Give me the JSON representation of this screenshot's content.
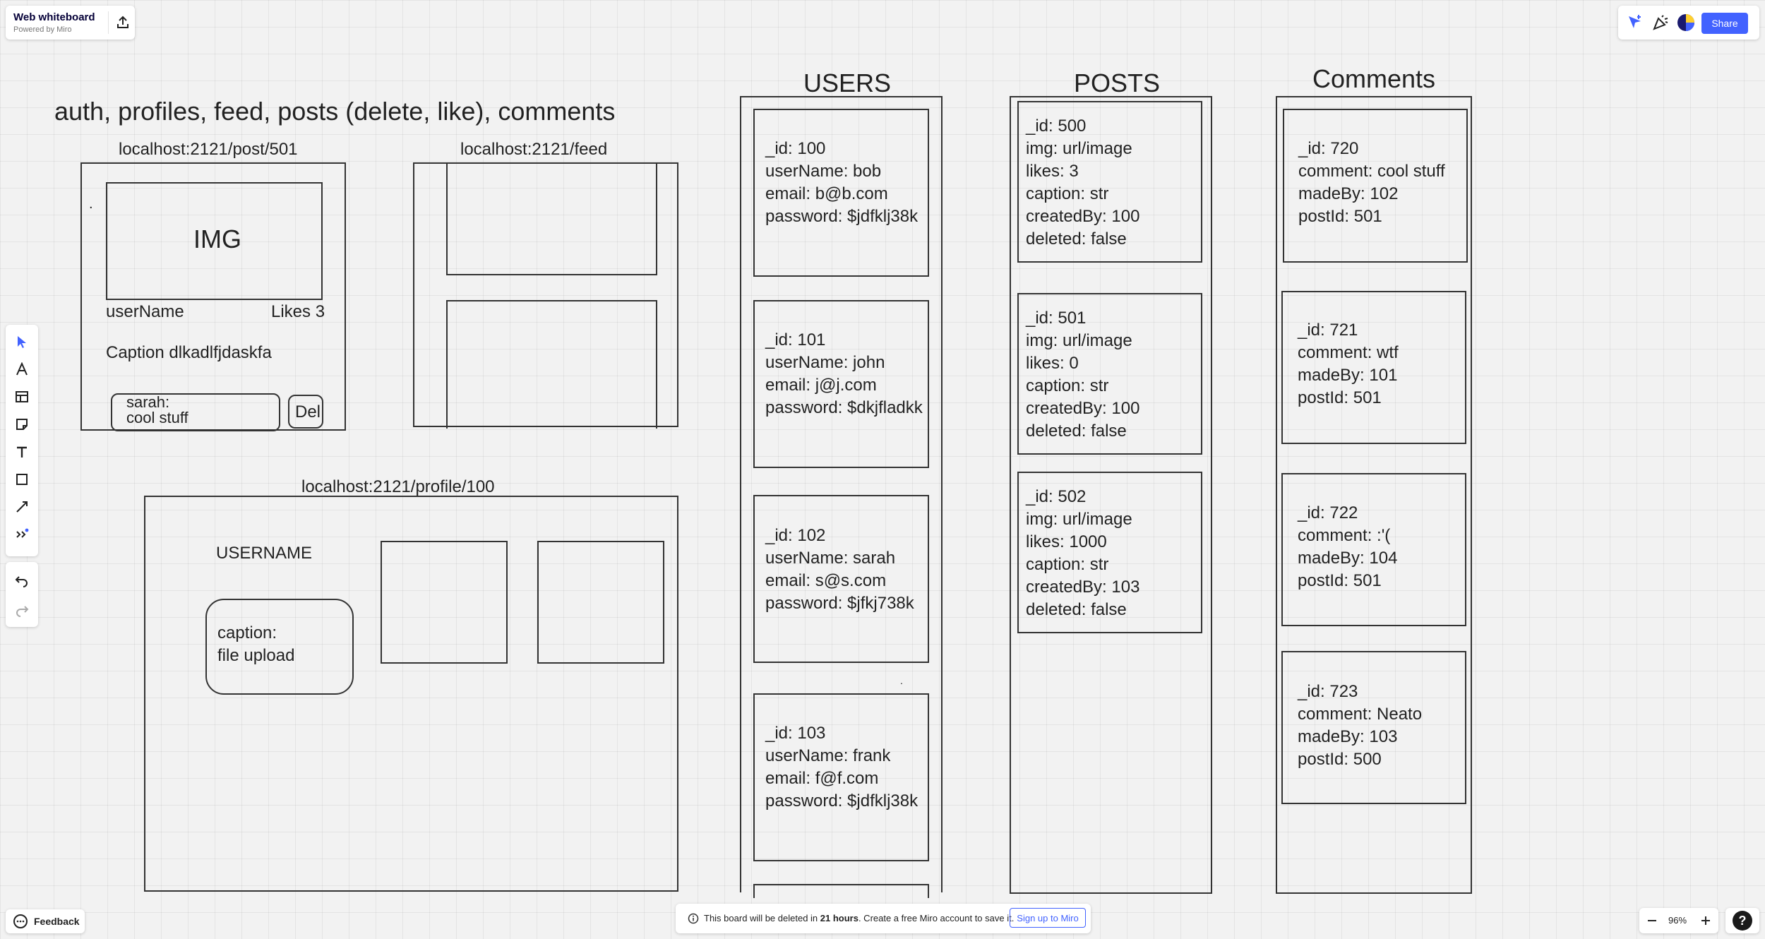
{
  "app": {
    "title": "Web whiteboard",
    "subtitle": "Powered by Miro",
    "share_label": "Share",
    "zoom": "96%",
    "feedback_label": "Feedback",
    "help_label": "?",
    "accent": "#4262ff"
  },
  "banner": {
    "prefix": "This board will be deleted in ",
    "hours": "21 hours",
    "suffix": ". Create a free Miro account to save it.",
    "signup_label": "Sign up to Miro"
  },
  "tools": [
    "select-icon",
    "pen-icon",
    "template-icon",
    "sticky-note-icon",
    "text-icon",
    "shape-icon",
    "connector-icon",
    "more-tools-icon",
    "undo-icon",
    "redo-icon"
  ],
  "board": {
    "heading": "auth, profiles, feed, posts (delete, like), comments",
    "post_page": {
      "url": "localhost:2121/post/501",
      "img": "IMG",
      "username": "userName",
      "likes": "Likes 3",
      "caption": "Caption dlkadlfjdaskfa",
      "comment_line1": "sarah:",
      "comment_line2": "cool stuff",
      "del": "Del",
      "dot": "."
    },
    "feed_page": {
      "url": "localhost:2121/feed"
    },
    "profile_page": {
      "url": "localhost:2121/profile/100",
      "username": "USERNAME",
      "form_line1": "caption:",
      "form_line2": "file upload"
    },
    "users": {
      "title": "USERS",
      "records": [
        [
          "_id: 100",
          "userName: bob",
          "email: b@b.com",
          "password: $jdfklj38k"
        ],
        [
          "_id: 101",
          "userName: john",
          "email: j@j.com",
          "password: $dkjfladkk"
        ],
        [
          "_id: 102",
          "userName: sarah",
          "email: s@s.com",
          "password: $jfkj738k"
        ],
        [
          "_id: 103",
          "userName: frank",
          "email: f@f.com",
          "password: $jdfklj38k"
        ]
      ],
      "dot": "."
    },
    "posts": {
      "title": "POSTS",
      "records": [
        [
          "_id: 500",
          "img: url/image",
          "likes: 3",
          "caption: str",
          "createdBy: 100",
          "deleted: false"
        ],
        [
          "_id: 501",
          "img: url/image",
          "likes: 0",
          "caption: str",
          "createdBy: 100",
          "deleted: false"
        ],
        [
          "_id: 502",
          "img: url/image",
          "likes: 1000",
          "caption: str",
          "createdBy: 103",
          "deleted: false"
        ]
      ]
    },
    "comments": {
      "title": "Comments",
      "records": [
        [
          "_id: 720",
          "comment: cool stuff",
          "madeBy: 102",
          "postId: 501"
        ],
        [
          "_id: 721",
          "comment: wtf",
          "madeBy: 101",
          "postId: 501"
        ],
        [
          "_id: 722",
          "comment: :'(",
          "madeBy: 104",
          "postId: 501"
        ],
        [
          "_id: 723",
          "comment: Neato",
          "madeBy: 103",
          "postId: 500"
        ]
      ]
    }
  }
}
